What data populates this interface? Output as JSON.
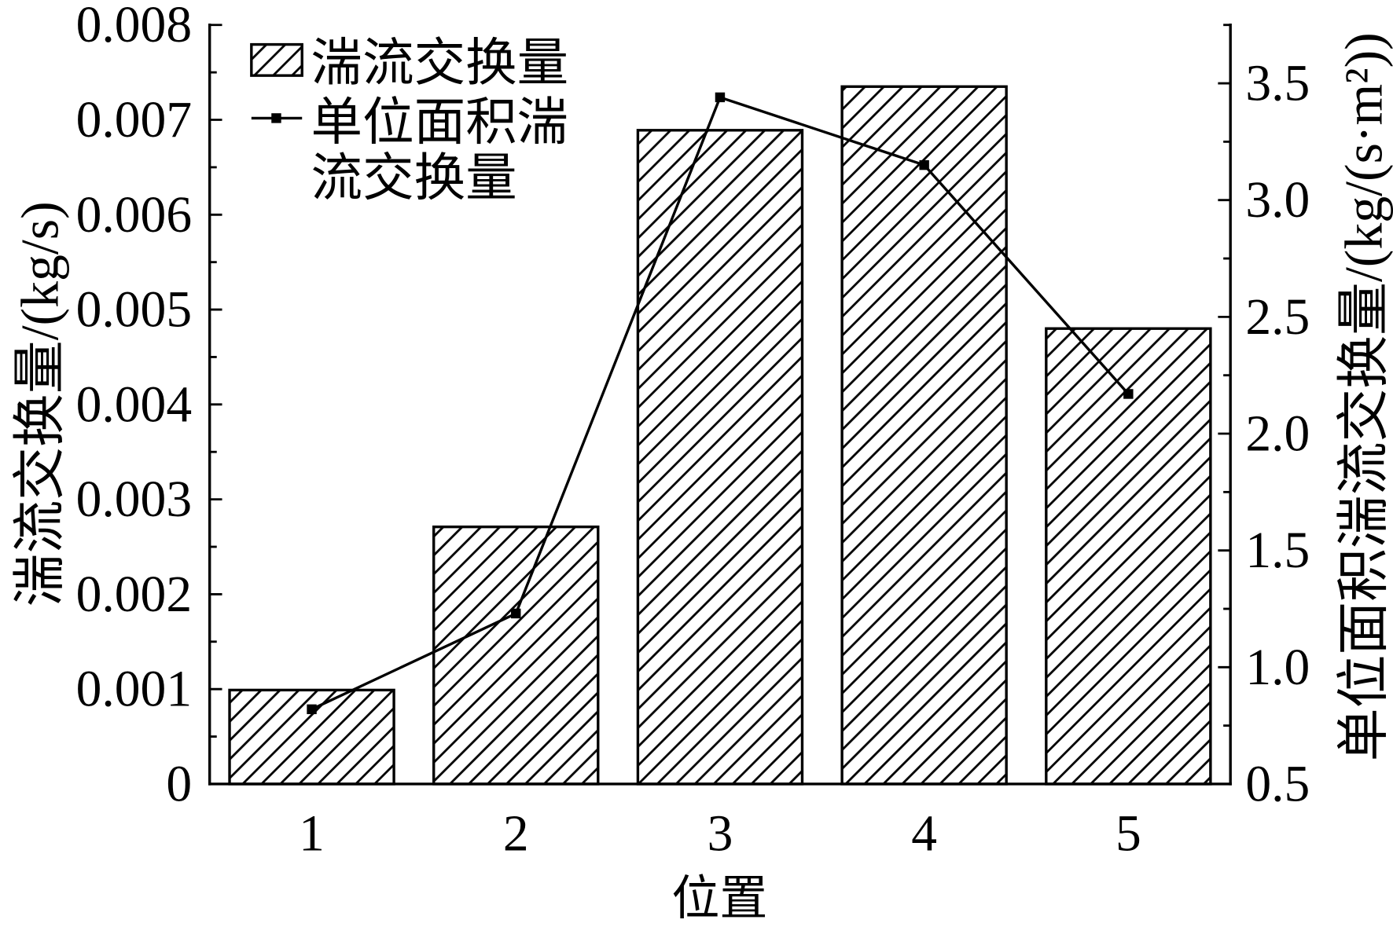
{
  "chart_data": {
    "type": "bar",
    "categories": [
      "1",
      "2",
      "3",
      "4",
      "5"
    ],
    "series": [
      {
        "name": "湍流交换量",
        "type": "bar",
        "axis": "left",
        "pattern": "diagonal-hatch",
        "color": "#000000",
        "values": [
          0.00099,
          0.00271,
          0.00689,
          0.00735,
          0.0048
        ]
      },
      {
        "name": "单位面积湍流交换量",
        "type": "line",
        "axis": "right",
        "marker": "square",
        "color": "#000000",
        "values": [
          0.82,
          1.23,
          3.44,
          3.15,
          2.17
        ]
      }
    ],
    "xlabel": "位置",
    "ylabel": "湍流交换量/(kg/s)",
    "y2label": "单位面积湍流交换量/(kg/(s·m²))",
    "ylim": [
      0,
      0.008
    ],
    "y2lim": [
      0.5,
      3.75
    ],
    "yticks": [
      "0",
      "0.001",
      "0.002",
      "0.003",
      "0.004",
      "0.005",
      "0.006",
      "0.007",
      "0.008"
    ],
    "y2ticks": [
      "0.5",
      "1.0",
      "1.5",
      "2.0",
      "2.5",
      "3.0",
      "3.5"
    ],
    "grid": false,
    "legend": "top-left",
    "background": "#ffffff"
  }
}
